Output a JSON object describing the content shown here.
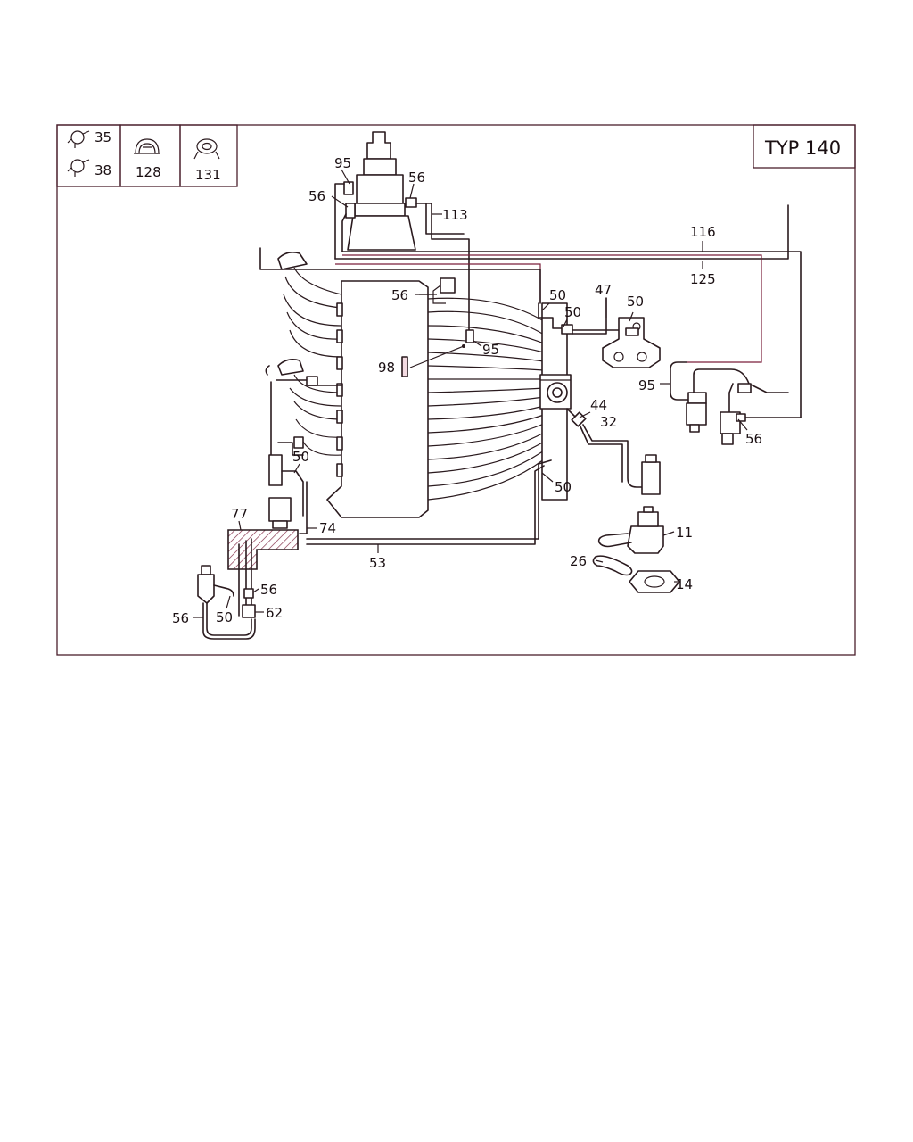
{
  "title": "TYP 140",
  "legend": [
    {
      "label": "35",
      "icon": "clamp-icon"
    },
    {
      "label": "38",
      "icon": "clamp-icon"
    },
    {
      "label": "128",
      "icon": "holder-clip-icon"
    },
    {
      "label": "131",
      "icon": "hose-clamp-icon"
    }
  ],
  "callouts": {
    "c95_top": "95",
    "c56_top_right": "56",
    "c56_top_left": "56",
    "c113": "113",
    "c116": "116",
    "c125": "125",
    "c56_manifold": "56",
    "c50_a": "50",
    "c47": "47",
    "c50_b": "50",
    "c50_c": "50",
    "c95_mid": "95",
    "c98": "98",
    "c95_right": "95",
    "c44": "44",
    "c32": "32",
    "c56_right": "56",
    "c50_left": "50",
    "c50_lower": "50",
    "c11": "11",
    "c26": "26",
    "c14": "14",
    "c77": "77",
    "c74": "74",
    "c53": "53",
    "c56_bl": "56",
    "c50_bl": "50",
    "c56_bl2": "56",
    "c62": "62"
  }
}
